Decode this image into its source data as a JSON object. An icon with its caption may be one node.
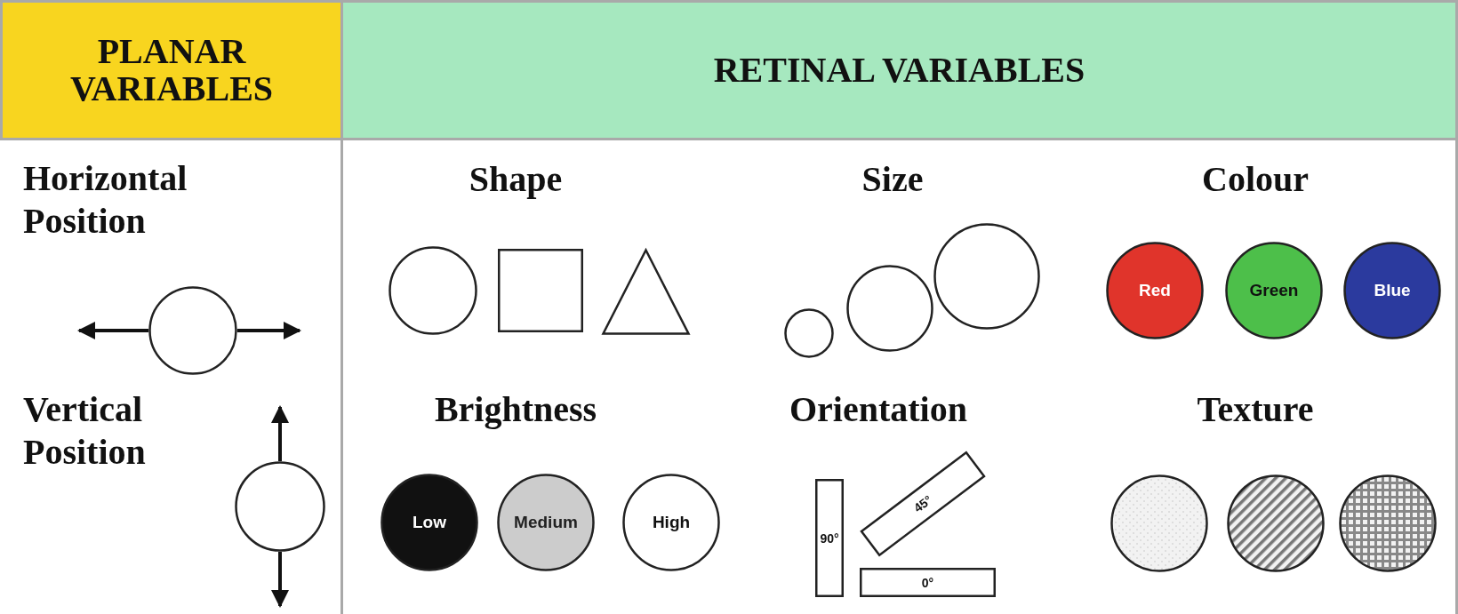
{
  "diagram": {
    "nodes": [
      {
        "text": [
          "PLANAR VARIABLES"
        ]
      },
      {
        "text": [
          "RETINAL VARIABLES"
        ]
      },
      {
        "text": [],
        "shape": "circle"
      },
      {
        "text": [],
        "shape": "circle"
      },
      {
        "text": [],
        "shape": "box"
      },
      {
        "text": [],
        "shape": "triangle"
      },
      {
        "text": [],
        "shape": "circle"
      },
      {
        "text": [],
        "shape": "circle"
      },
      {
        "text": [],
        "shape": "circle"
      },
      {
        "text": [
          "Red"
        ]
      },
      {
        "text": [
          "Green"
        ]
      },
      {
        "text": [
          "Blue"
        ]
      },
      {
        "text": [],
        "shape": "circle"
      },
      {
        "text": [
          "Low"
        ]
      },
      {
        "text": [
          "Medium"
        ]
      },
      {
        "text": [
          "High"
        ]
      },
      {
        "text": [
          "90°"
        ]
      },
      {
        "text": [
          "45°"
        ]
      },
      {
        "text": [
          "0°"
        ]
      },
      {
        "text": [],
        "shape": "circle"
      },
      {
        "text": [],
        "shape": "circle"
      },
      {
        "text": [],
        "shape": "circle"
      }
    ],
    "edges": [],
    "labels": [
      "Horizontal Position",
      "Shape",
      "Size",
      "Colour",
      "Vertical Position",
      "Brightness",
      "Orientation",
      "Texture"
    ]
  }
}
